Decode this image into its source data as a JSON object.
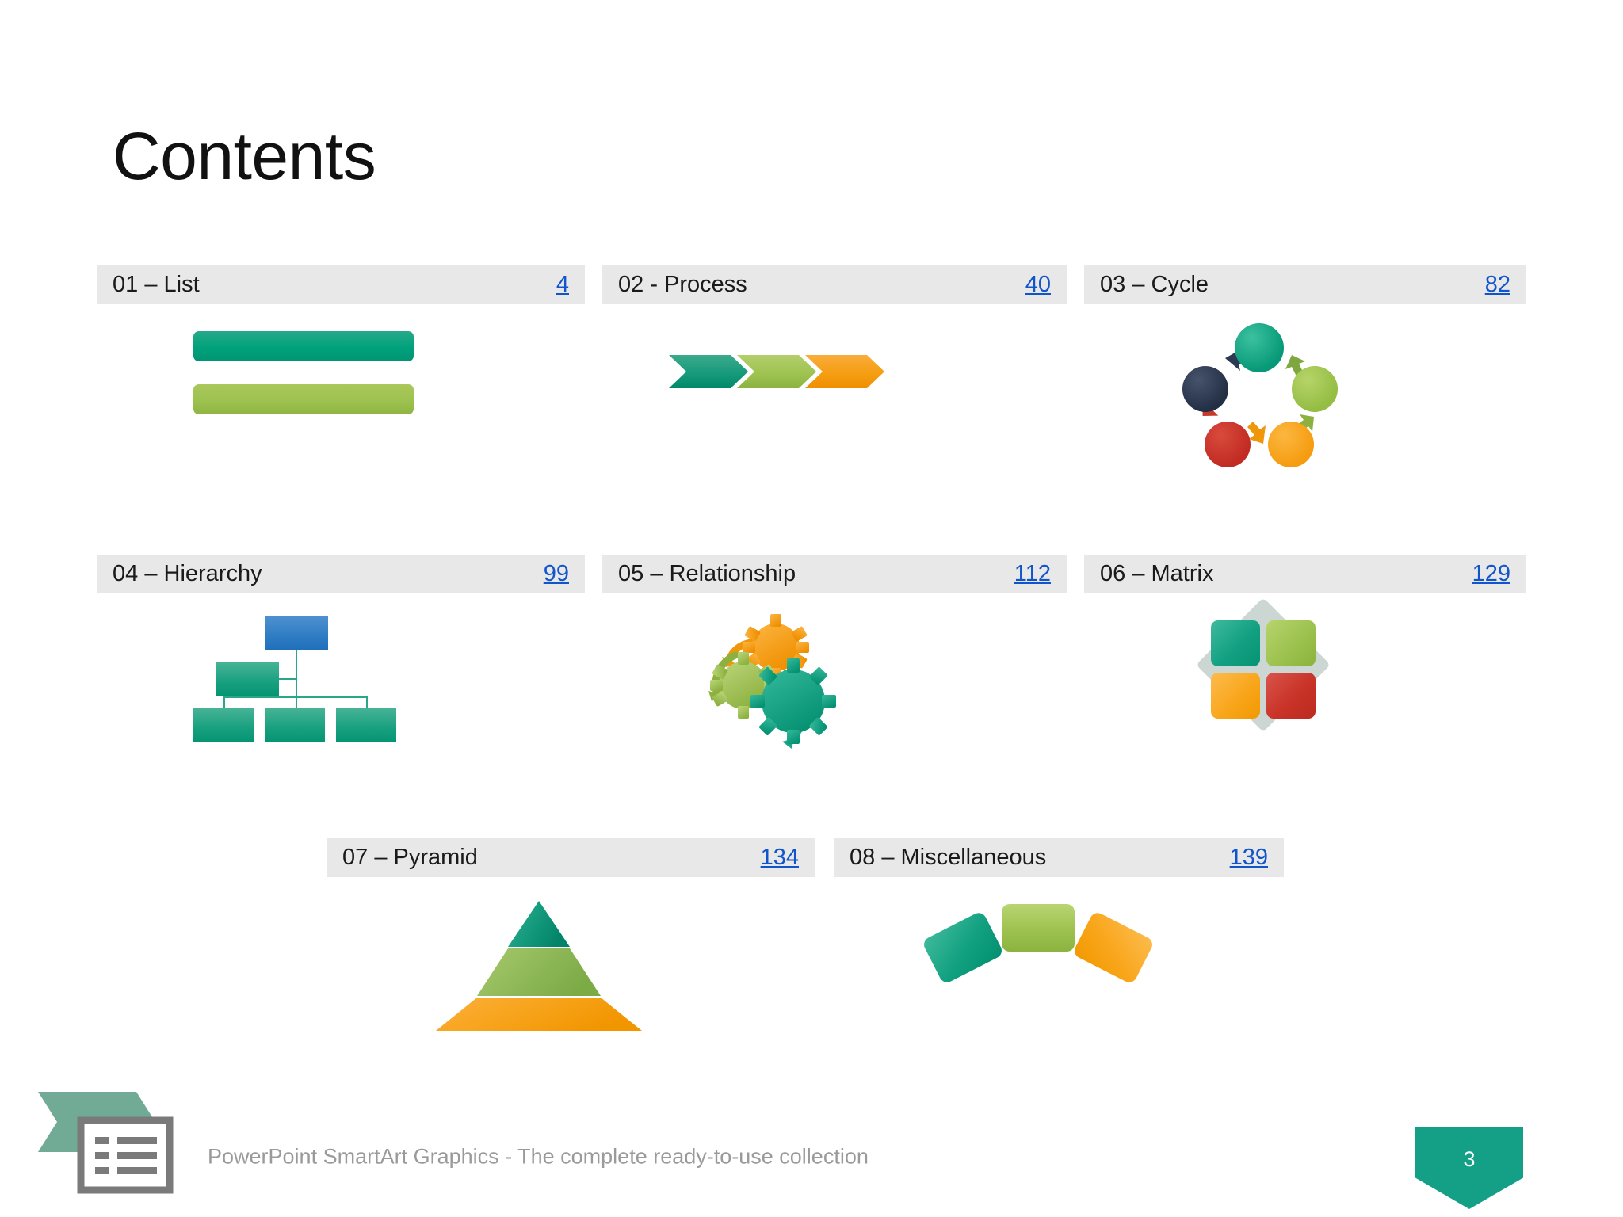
{
  "slide": {
    "title": "Contents",
    "background_color": "#ffffff",
    "header_band_color": "#e8e8e8",
    "link_color": "#1155cc",
    "page_number": "3"
  },
  "footer": {
    "text": "PowerPoint SmartArt Graphics - The complete ready-to-use collection",
    "text_color": "#9a9a9a",
    "logo_chevron_color": "#71ab96",
    "logo_frame_color": "#7a7a7a",
    "badge_color": "#13a086",
    "badge_text_color": "#ffffff"
  },
  "entries": [
    {
      "id": "list",
      "label": "01 – List",
      "page": "4",
      "art": "list-bars-icon",
      "colors": [
        "#009473",
        "#9dc24f"
      ]
    },
    {
      "id": "process",
      "label": "02 - Process",
      "page": "40",
      "art": "chevron-process-icon",
      "colors": [
        "#14997a",
        "#9dc24f",
        "#f59c10"
      ]
    },
    {
      "id": "cycle",
      "label": "03 – Cycle",
      "page": "82",
      "art": "cycle-circles-icon",
      "colors": [
        "#079977",
        "#94bd43",
        "#f59c10",
        "#c12b23",
        "#232f45"
      ]
    },
    {
      "id": "hierarchy",
      "label": "04 – Hierarchy",
      "page": "99",
      "art": "org-chart-icon",
      "colors": [
        "#2e7cc4",
        "#17a07f"
      ]
    },
    {
      "id": "relationship",
      "label": "05 – Relationship",
      "page": "112",
      "art": "gears-icon",
      "colors": [
        "#f59c10",
        "#9dc24f",
        "#13a086"
      ]
    },
    {
      "id": "matrix",
      "label": "06 – Matrix",
      "page": "129",
      "art": "matrix-quadrants-icon",
      "colors": [
        "#13a082",
        "#9dc24f",
        "#f9a61c",
        "#c93328"
      ]
    },
    {
      "id": "pyramid",
      "label": "07 – Pyramid",
      "page": "134",
      "art": "pyramid-icon",
      "colors": [
        "#0f9b79",
        "#8fba56",
        "#f59c10"
      ]
    },
    {
      "id": "miscellaneous",
      "label": "08 – Miscellaneous",
      "page": "139",
      "art": "misc-arc-blocks-icon",
      "colors": [
        "#11a080",
        "#9dc24f",
        "#f9a61c"
      ]
    }
  ]
}
